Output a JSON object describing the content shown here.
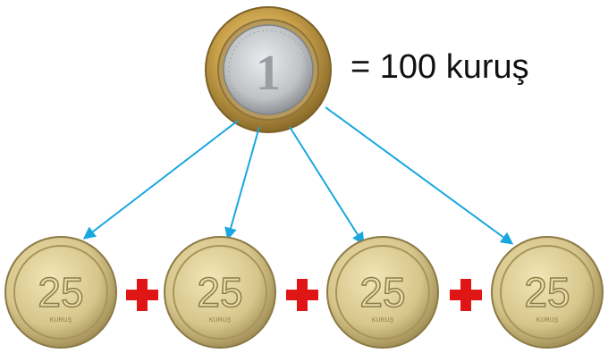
{
  "equation": {
    "text": "= 100 kuruş"
  },
  "big_coin": {
    "numeral": "1",
    "outer_ring_color": "#c8a34c",
    "inner_ring_color": "#b9a06a",
    "center_color": "#bfc3c6"
  },
  "small_coins": [
    {
      "value": "25",
      "label": "KURUŞ"
    },
    {
      "value": "25",
      "label": "KURUŞ"
    },
    {
      "value": "25",
      "label": "KURUŞ"
    },
    {
      "value": "25",
      "label": "KURUŞ"
    }
  ],
  "colors": {
    "arrow": "#1aa7e0",
    "plus": "#e01515",
    "small_coin_face": "#d9c98e",
    "small_coin_rim": "#bfae72"
  },
  "operators": [
    "+",
    "+",
    "+"
  ]
}
